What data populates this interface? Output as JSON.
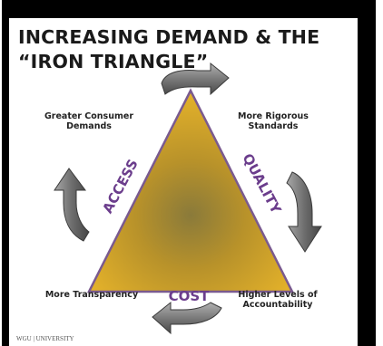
{
  "slide": {
    "title_line1": "INCREASING DEMAND & THE",
    "title_line2": "“IRON TRIANGLE”",
    "triangle": {
      "side_left": "ACCESS",
      "side_right": "QUALITY",
      "side_bottom": "COST"
    },
    "labels": {
      "top_left_1": "Greater Consumer",
      "top_left_2": "Demands",
      "top_right_1": "More Rigorous",
      "top_right_2": "Standards",
      "bottom_left": "More Transparency",
      "bottom_right_1": "Higher Levels of",
      "bottom_right_2": "Accountability"
    },
    "footer": "WGU | UNIVERSITY",
    "colors": {
      "triangle_fill": "#d6a21e",
      "triangle_center": "#8a7a3a",
      "triangle_edge": "#7a5a8f",
      "side_text": "#6b3d8c",
      "arrow": "#8c8c8c"
    },
    "icons": [
      "cycle-arrow-top",
      "cycle-arrow-right",
      "cycle-arrow-bottom",
      "cycle-arrow-left"
    ]
  }
}
